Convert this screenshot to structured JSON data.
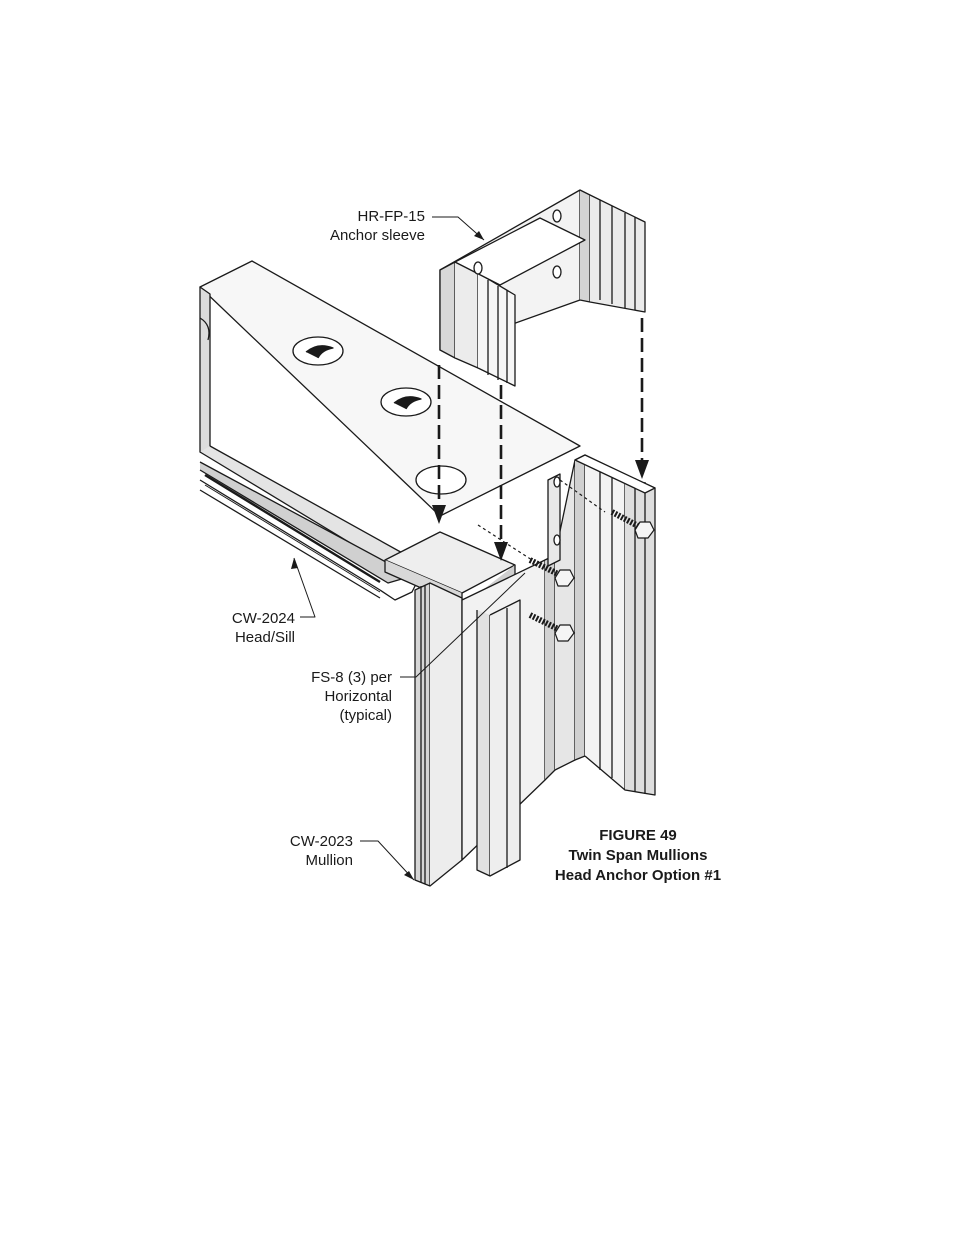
{
  "labels": {
    "anchor_sleeve": {
      "code": "HR-FP-15",
      "name": "Anchor sleeve"
    },
    "head_sill": {
      "code": "CW-2024",
      "name": "Head/Sill"
    },
    "fastener": {
      "line1": "FS-8 (3) per",
      "line2": "Horizontal",
      "line3": "(typical)"
    },
    "mullion": {
      "code": "CW-2023",
      "name": "Mullion"
    }
  },
  "caption": {
    "figure": "FIGURE 49",
    "title": "Twin Span Mullions",
    "subtitle": "Head Anchor Option #1"
  },
  "colors": {
    "ink": "#1a1a1a",
    "face_light": "#ededed",
    "face_mid": "#d6d6d6",
    "face_dark": "#bdbdbd"
  }
}
